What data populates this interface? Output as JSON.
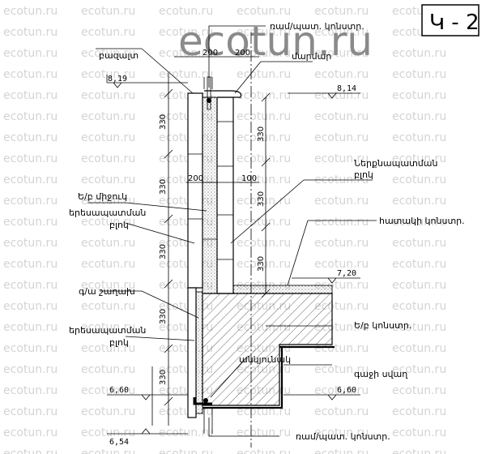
{
  "watermark": "ecotun.ru",
  "logo": "ecotun.ru",
  "sheet_id": "Կ - 2",
  "labels": {
    "top_beam": "ռամ/պատ. կոնստր.",
    "marbar": "մարմար",
    "bazalt": "բազալտ",
    "inner_block": "Ներքնապատման բլոկ",
    "ep_middle": "Ե/բ միջուկ",
    "outer_block_1": "երեսապատման բլոկ",
    "special_constr": "հատակի կոնստր.",
    "ga_shagakh": "գ/ա շաղախ",
    "outer_block_2": "երեսապատման բլոկ",
    "ep_constr": "Ե/բ կոնստր.",
    "ankyunak": "անկյունակ",
    "gadji": "գաջի սվաղ",
    "bottom_beam": "ռամ/պատ. կոնստր."
  },
  "levels": {
    "top_left": "8,19",
    "top_right": "8,14",
    "mid_right": "7,20",
    "bot_left": "6,60",
    "bot_right": "6,60",
    "bottom": "6,54"
  },
  "dims": {
    "top_a": "200",
    "top_b": "200",
    "mid_a": "200",
    "mid_b": "100",
    "vertical": "330"
  }
}
